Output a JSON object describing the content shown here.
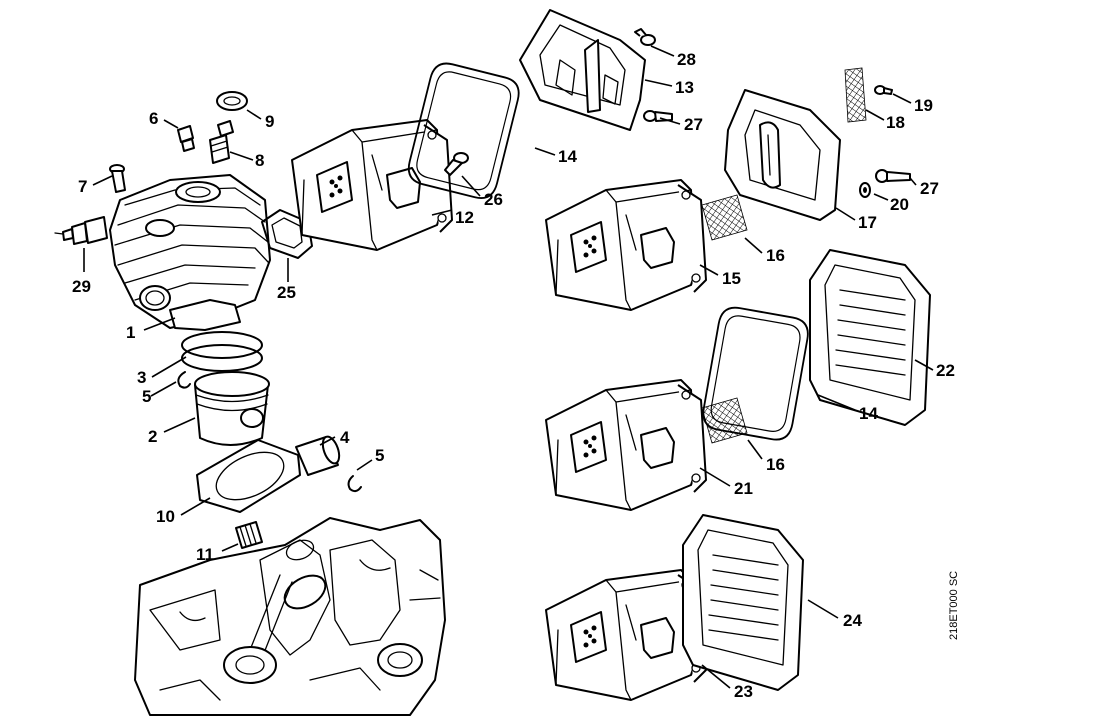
{
  "reference_code": "218ET000 SC",
  "callouts": {
    "c1": "1",
    "c2": "2",
    "c3": "3",
    "c4": "4",
    "c5a": "5",
    "c5b": "5",
    "c6": "6",
    "c7": "7",
    "c8": "8",
    "c9": "9",
    "c10": "10",
    "c11": "11",
    "c12": "12",
    "c13": "13",
    "c14a": "14",
    "c14b": "14",
    "c15": "15",
    "c16a": "16",
    "c16b": "16",
    "c17": "17",
    "c18": "18",
    "c19": "19",
    "c20": "20",
    "c21": "21",
    "c22": "22",
    "c23": "23",
    "c24": "24",
    "c25": "25",
    "c26": "26",
    "c27a": "27",
    "c27b": "27",
    "c28": "28",
    "c29": "29"
  }
}
